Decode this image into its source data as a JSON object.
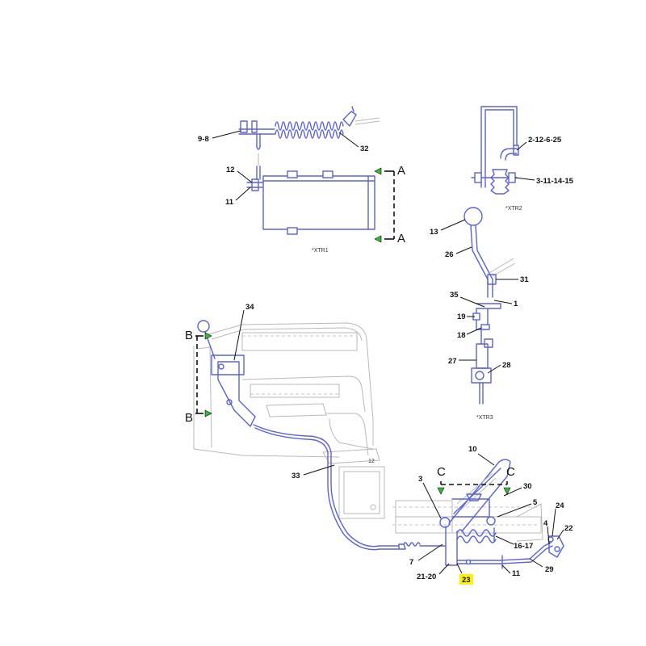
{
  "callouts": {
    "c9_8": "9-8",
    "c32": "32",
    "c12a": "12",
    "c11a": "11",
    "c2_12_6_25": "2-12-6-25",
    "c3_11_14_15": "3-11-14-15",
    "c13": "13",
    "c26": "26",
    "c31": "31",
    "c35": "35",
    "c1": "1",
    "c19": "19",
    "c18": "18",
    "c27": "27",
    "c28": "28",
    "c34": "34",
    "c33": "33",
    "c10": "10",
    "c3": "3",
    "c30": "30",
    "c5": "5",
    "c24": "24",
    "c4": "4",
    "c22": "22",
    "c16_17": "16-17",
    "c7": "7",
    "c21_20": "21-20",
    "c23": "23",
    "c11b": "11",
    "c29": "29"
  },
  "sections": {
    "a_top": "A",
    "a_bottom": "A",
    "b_top": "B",
    "b_bottom": "B",
    "c_left": "C",
    "c_right": "C"
  },
  "views": {
    "xtr1": "*XTR1",
    "xtr2": "*XTR2",
    "xtr3": "*XTR3"
  },
  "highlighted_callout": "23",
  "colors": {
    "part_line": "#5a63d6",
    "background_line": "#b9b9b9",
    "highlight": "#fff200",
    "section_arrow": "#2fbf2f"
  }
}
